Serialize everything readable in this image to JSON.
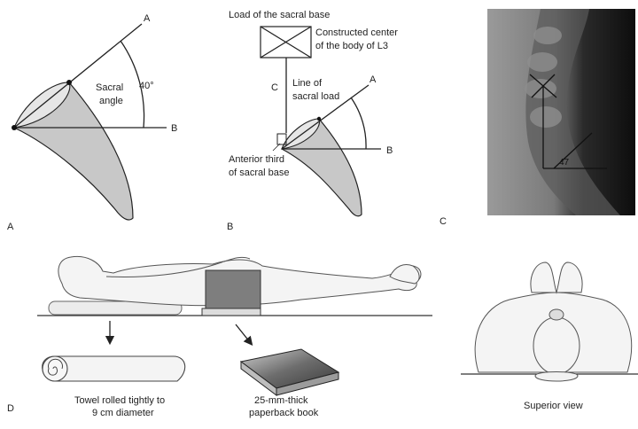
{
  "panel_a": {
    "panel_label": "A",
    "point_a": "A",
    "point_b": "B",
    "angle_label_line1": "Sacral",
    "angle_label_line2": "angle",
    "angle_value": "40°"
  },
  "panel_b": {
    "panel_label": "B",
    "point_a": "A",
    "point_b": "B",
    "point_c": "C",
    "load_label": "Load of the sacral base",
    "center_label_line1": "Constructed center",
    "center_label_line2": "of the body of L3",
    "line_label_line1": "Line of",
    "line_label_line2": "sacral load",
    "anterior_label_line1": "Anterior third",
    "anterior_label_line2": "of sacral base"
  },
  "panel_c": {
    "panel_label": "C",
    "xray_angle_value": "47"
  },
  "panel_d": {
    "panel_label": "D",
    "towel_label_line1": "Towel rolled tightly to",
    "towel_label_line2": "9 cm diameter",
    "book_label_line1": "25-mm-thick",
    "book_label_line2": "paperback book",
    "superior_label": "Superior view"
  },
  "colors": {
    "ink": "#222222",
    "sacrum_fill": "#c8c8c8",
    "book_fill": "#8a8a8a"
  }
}
